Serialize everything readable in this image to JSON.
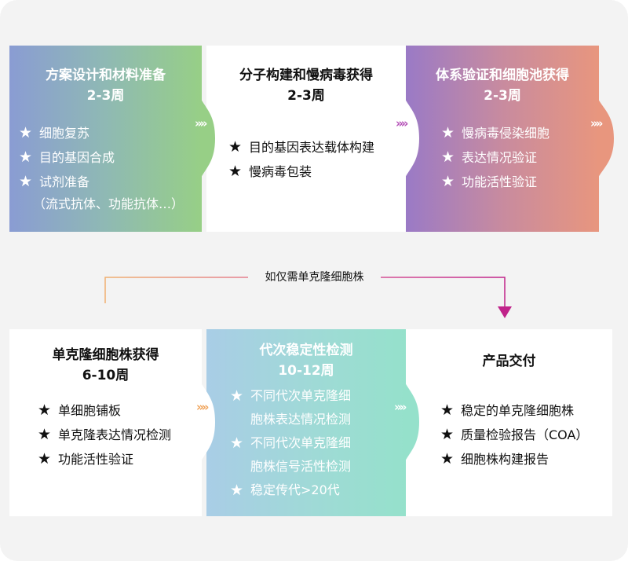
{
  "steps": [
    {
      "title": "方案设计和材料准备",
      "duration": "2-3周",
      "items": [
        "细胞复苏",
        "目的基因合成",
        "试剂准备"
      ],
      "note": "（流式抗体、功能抗体…）"
    },
    {
      "title": "分子构建和慢病毒获得",
      "duration": "2-3周",
      "items": [
        "目的基因表达载体构建",
        "慢病毒包装"
      ]
    },
    {
      "title": "体系验证和细胞池获得",
      "duration": "2-3周",
      "items": [
        "慢病毒侵染细胞",
        "表达情况验证",
        "功能活性验证"
      ]
    },
    {
      "title": "单克隆细胞株获得",
      "duration": "6-10周",
      "items": [
        "单细胞铺板",
        "单克隆表达情况检测",
        "功能活性验证"
      ]
    },
    {
      "title": "代次稳定性检测",
      "duration": "10-12周",
      "items": [
        {
          "line1": "不同代次单克隆细",
          "line2": "胞株表达情况检测"
        },
        {
          "line1": "不同代次单克隆细",
          "line2": "胞株信号活性检测"
        },
        {
          "line1": "稳定传代>20代"
        }
      ]
    },
    {
      "title": "产品交付",
      "items": [
        "稳定的单克隆细胞株",
        "质量检验报告（COA）",
        "细胞株构建报告"
      ]
    }
  ],
  "connector": {
    "label": "如仅需单克隆细胞株"
  },
  "icons": {
    "bullet": "star-icon",
    "arrow": "double-chevron-icon"
  },
  "colors": {
    "step1_gradient": [
      "#8a9cd3",
      "#97cf86"
    ],
    "step3_gradient": [
      "#9a7ac6",
      "#e8967e"
    ],
    "step5_gradient": [
      "#a9cde6",
      "#95e1cb"
    ],
    "arrow_purple": "#b44fb7",
    "arrow_orange": "#f0a35a",
    "connector_start": "#f0b070",
    "connector_end": "#c0238a"
  },
  "separator": "»"
}
